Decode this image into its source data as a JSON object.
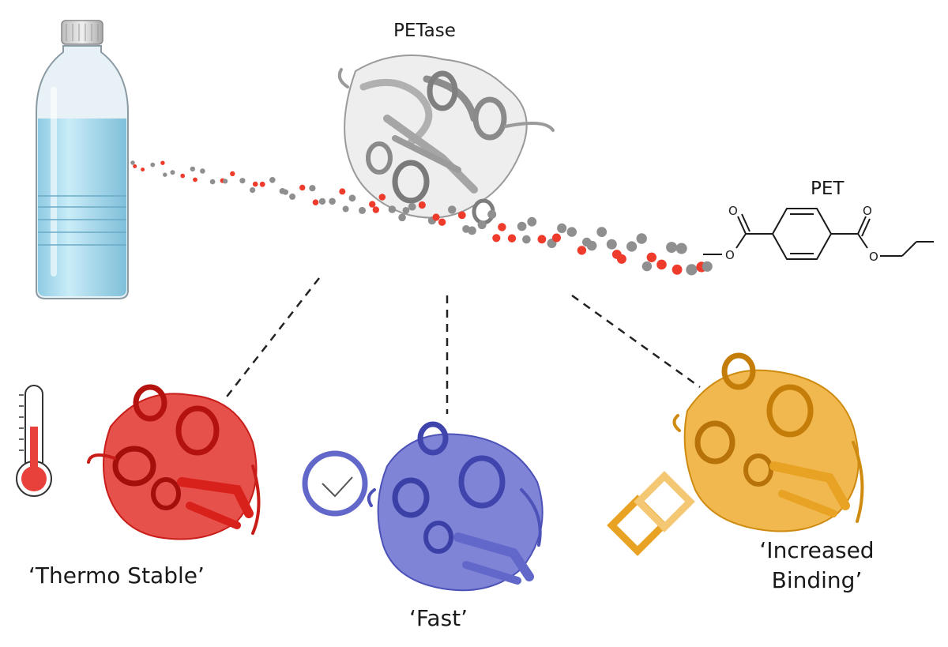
{
  "labels": {
    "petase": "PETase",
    "pet": "PET",
    "thermo": "‘Thermo Stable’",
    "fast": "‘Fast’",
    "binding_line1": "‘Increased",
    "binding_line2": "Binding’"
  },
  "structure_atoms": {
    "carbonyl_oxygen": "O",
    "ester_oxygen": "O"
  },
  "icons": {
    "bottle": "plastic-bottle-icon",
    "thermometer": "thermometer-icon",
    "clock": "clock-icon",
    "chain": "chain-link-icon"
  },
  "colors": {
    "wild_type_protein": "#a9a9a9",
    "thermo_stable_protein": "#d9211c",
    "fast_protein": "#6268c9",
    "binding_protein": "#e8a325",
    "oxygen_atom": "#ef3b2c",
    "carbon_atom": "#8f8f8f",
    "bottle_liquid": "#a9dcef"
  }
}
